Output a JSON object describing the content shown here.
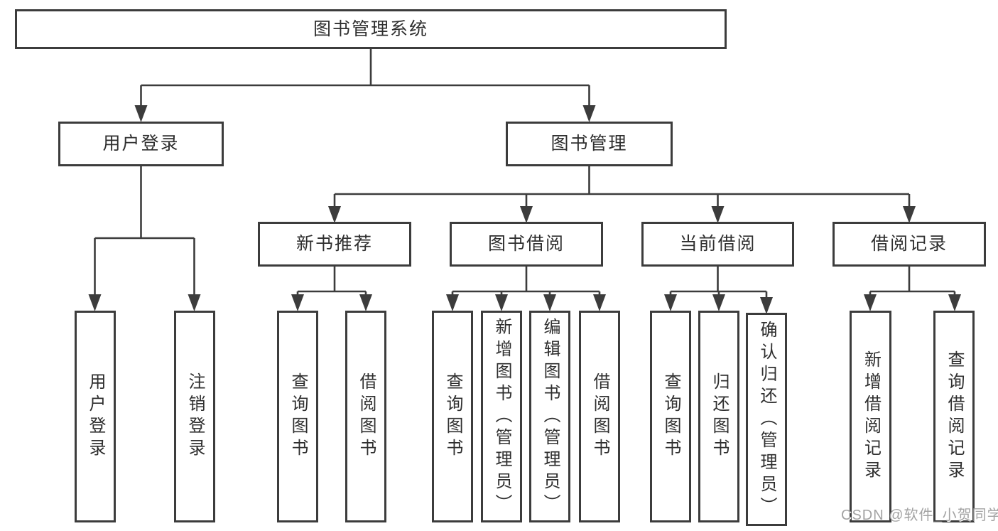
{
  "diagram": {
    "root": {
      "label": "图书管理系统"
    },
    "user_login": {
      "label": "用户登录",
      "children": [
        {
          "label": "用户登录"
        },
        {
          "label": "注销登录"
        }
      ]
    },
    "book_management": {
      "label": "图书管理",
      "sections": [
        {
          "label": "新书推荐",
          "children": [
            {
              "label": "查询图书"
            },
            {
              "label": "借阅图书"
            }
          ]
        },
        {
          "label": "图书借阅",
          "children": [
            {
              "label": "查询图书"
            },
            {
              "label": "新增图书（管理员）"
            },
            {
              "label": "编辑图书（管理员）"
            },
            {
              "label": "借阅图书"
            }
          ]
        },
        {
          "label": "当前借阅",
          "children": [
            {
              "label": "查询图书"
            },
            {
              "label": "归还图书"
            },
            {
              "label": "确认归还（管理员）"
            }
          ]
        },
        {
          "label": "借阅记录",
          "children": [
            {
              "label": "新增借阅记录"
            },
            {
              "label": "查询借阅记录"
            }
          ]
        }
      ]
    }
  },
  "watermark": {
    "text": "CSDN @软件_小贺同学"
  },
  "colors": {
    "line": "#3c3c3c",
    "text": "#2f2f2f",
    "background": "#ffffff",
    "watermark": "#a3a3a3"
  }
}
